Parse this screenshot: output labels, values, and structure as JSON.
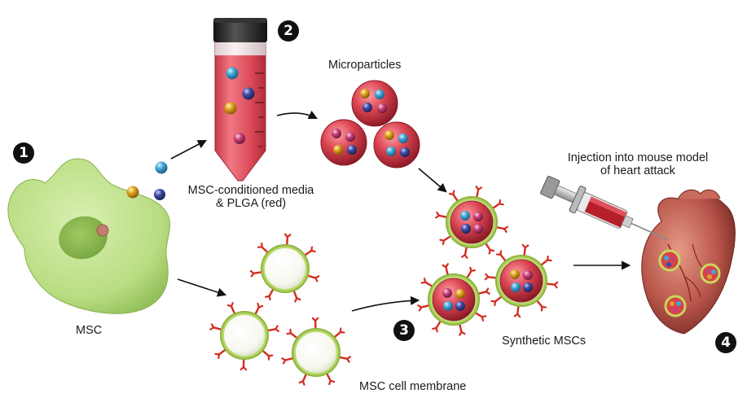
{
  "steps": {
    "one": "1",
    "two": "2",
    "three": "3",
    "four": "4"
  },
  "labels": {
    "msc": "MSC",
    "media_line1": "MSC-conditioned media",
    "media_line2": "& PLGA (red)",
    "microparticles": "Microparticles",
    "injection_line1": "Injection into mouse model",
    "injection_line2": "of heart attack",
    "membrane": "MSC cell membrane",
    "synthetic": "Synthetic MSCs"
  },
  "colors": {
    "cell_green": "#b9dd82",
    "nucleus_green": "#8fbd57",
    "plga_red": "#d8424f",
    "membrane_rim": "#a8cd52",
    "receptor_red": "#d42c20",
    "factor_blue": "#3fa6d6",
    "factor_orange": "#e0a21c",
    "factor_navy": "#3d4aa0",
    "factor_pink": "#c7407a",
    "heart": "#b8554a"
  }
}
